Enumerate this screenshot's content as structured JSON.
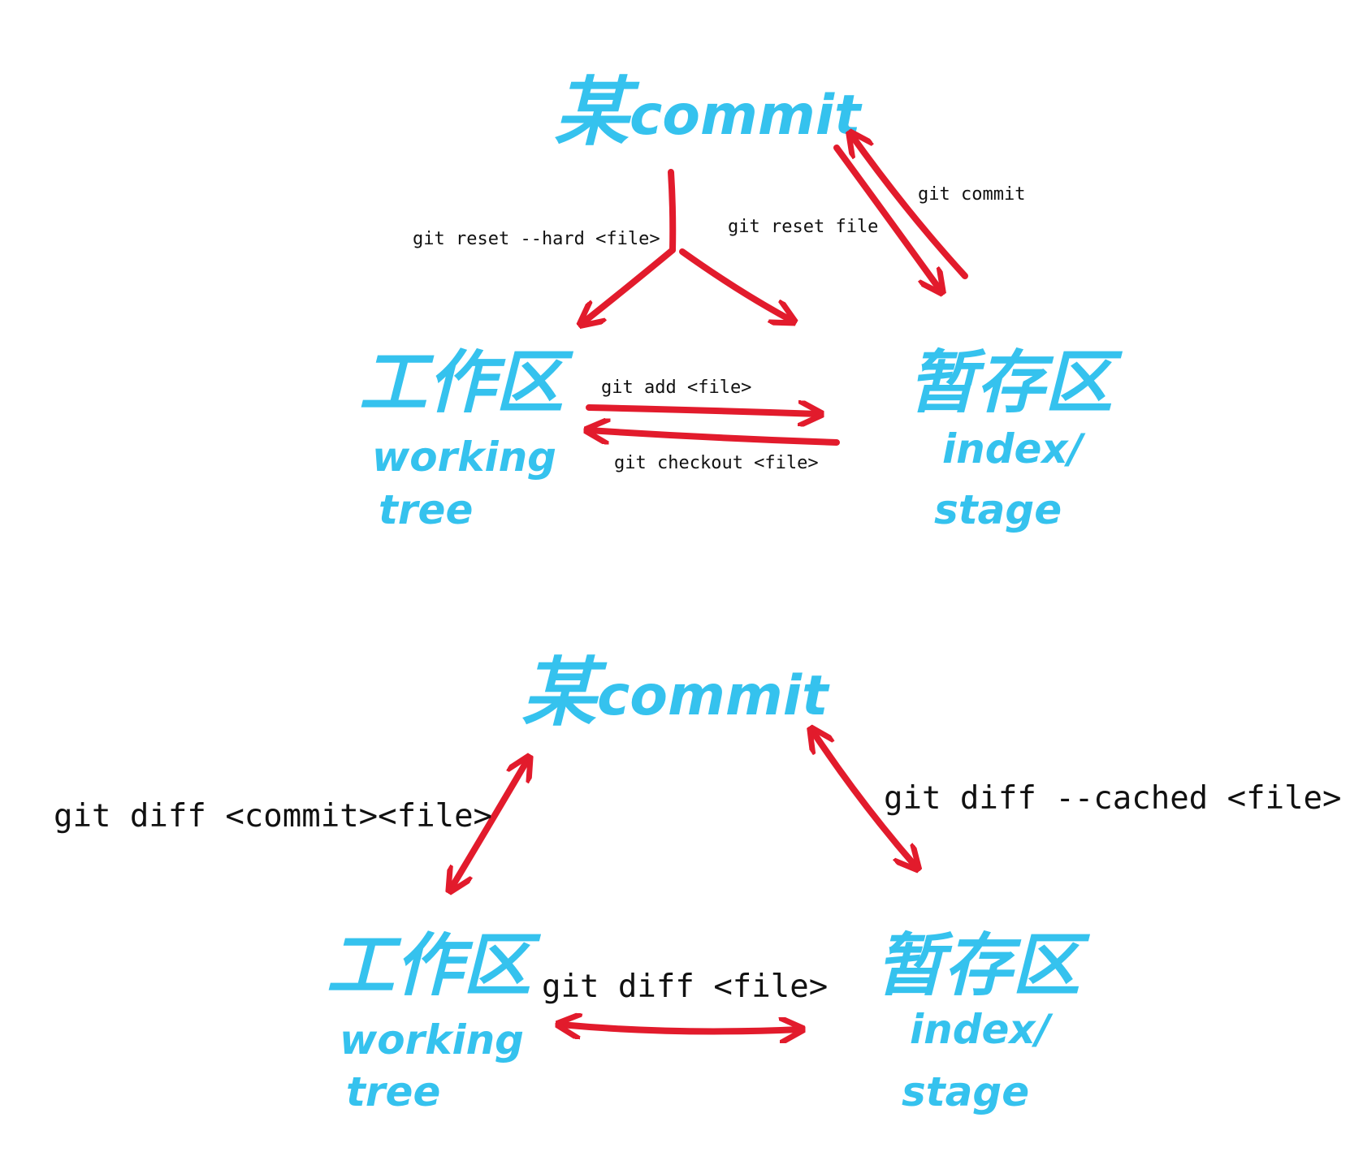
{
  "colors": {
    "handwriting": "#35c2ee",
    "arrow": "#e21b2c",
    "text": "#111111",
    "background": "#ffffff"
  },
  "top_diagram": {
    "commit_node": {
      "zh": "某",
      "en": "commit"
    },
    "worktree_node": {
      "zh": "工作区",
      "en_line1": "working",
      "en_line2": "tree"
    },
    "stage_node": {
      "zh": "暂存区",
      "en_line1": "index/",
      "en_line2": "stage"
    },
    "labels": {
      "reset_hard": "git reset --hard <file>",
      "reset_file": "git reset file",
      "commit": "git commit",
      "add": "git add <file>",
      "checkout": "git checkout <file>"
    }
  },
  "bottom_diagram": {
    "commit_node": {
      "zh": "某",
      "en": "commit"
    },
    "worktree_node": {
      "zh": "工作区",
      "en_line1": "working",
      "en_line2": "tree"
    },
    "stage_node": {
      "zh": "暂存区",
      "en_line1": "index/",
      "en_line2": "stage"
    },
    "labels": {
      "diff_commit": "git diff <commit><file>",
      "diff_cached": "git diff --cached <file>",
      "diff_file": "git diff <file>"
    }
  }
}
